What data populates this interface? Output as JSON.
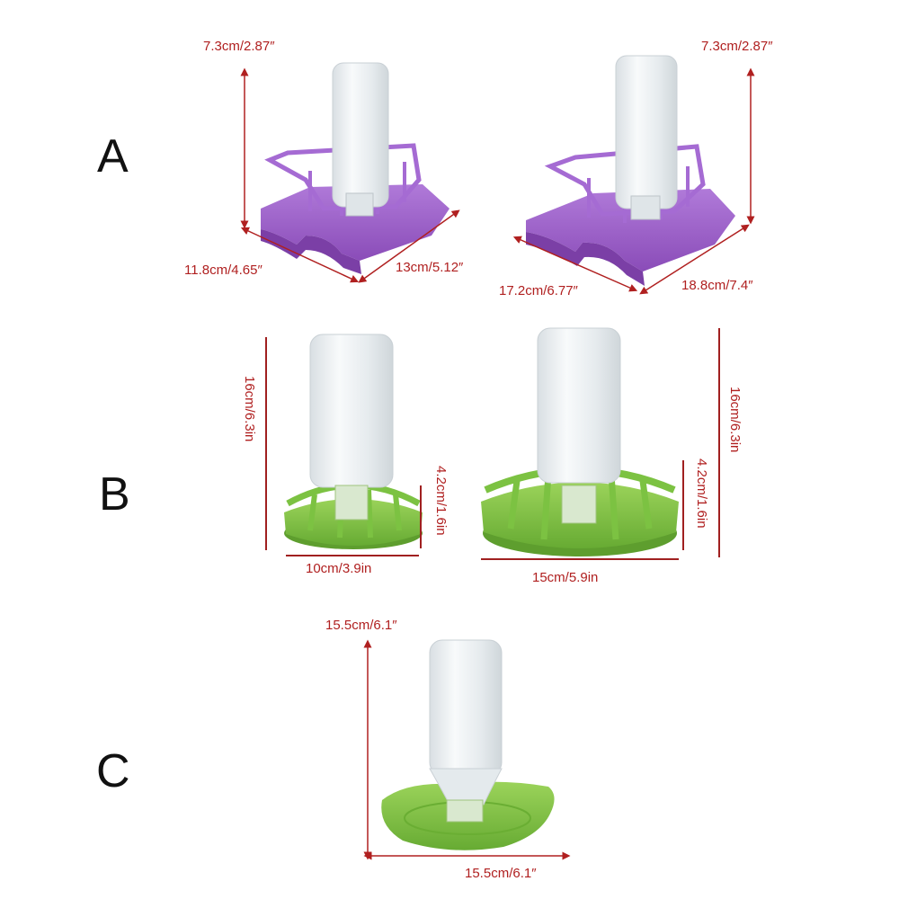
{
  "rows": {
    "a_label": "A",
    "b_label": "B",
    "c_label": "C"
  },
  "row_a": {
    "small": {
      "height": "7.3cm/2.87″",
      "width_left": "11.8cm/4.65″",
      "width_right": "13cm/5.12″"
    },
    "large": {
      "height": "7.3cm/2.87″",
      "width_left": "17.2cm/6.77″",
      "width_right": "18.8cm/7.4″"
    }
  },
  "row_b": {
    "small": {
      "height": "16cm/6.3in",
      "base_height": "4.2cm/1.6in",
      "width": "10cm/3.9in"
    },
    "large": {
      "height": "16cm/6.3in",
      "base_height": "4.2cm/1.6in",
      "width": "15cm/5.9in"
    }
  },
  "row_c": {
    "height": "15.5cm/6.1″",
    "width": "15.5cm/6.1″"
  },
  "colors": {
    "dimension": "#b02020",
    "purple_base": "#9b5fc9",
    "green_base": "#7cc242",
    "bottle": "#eef2f4"
  }
}
